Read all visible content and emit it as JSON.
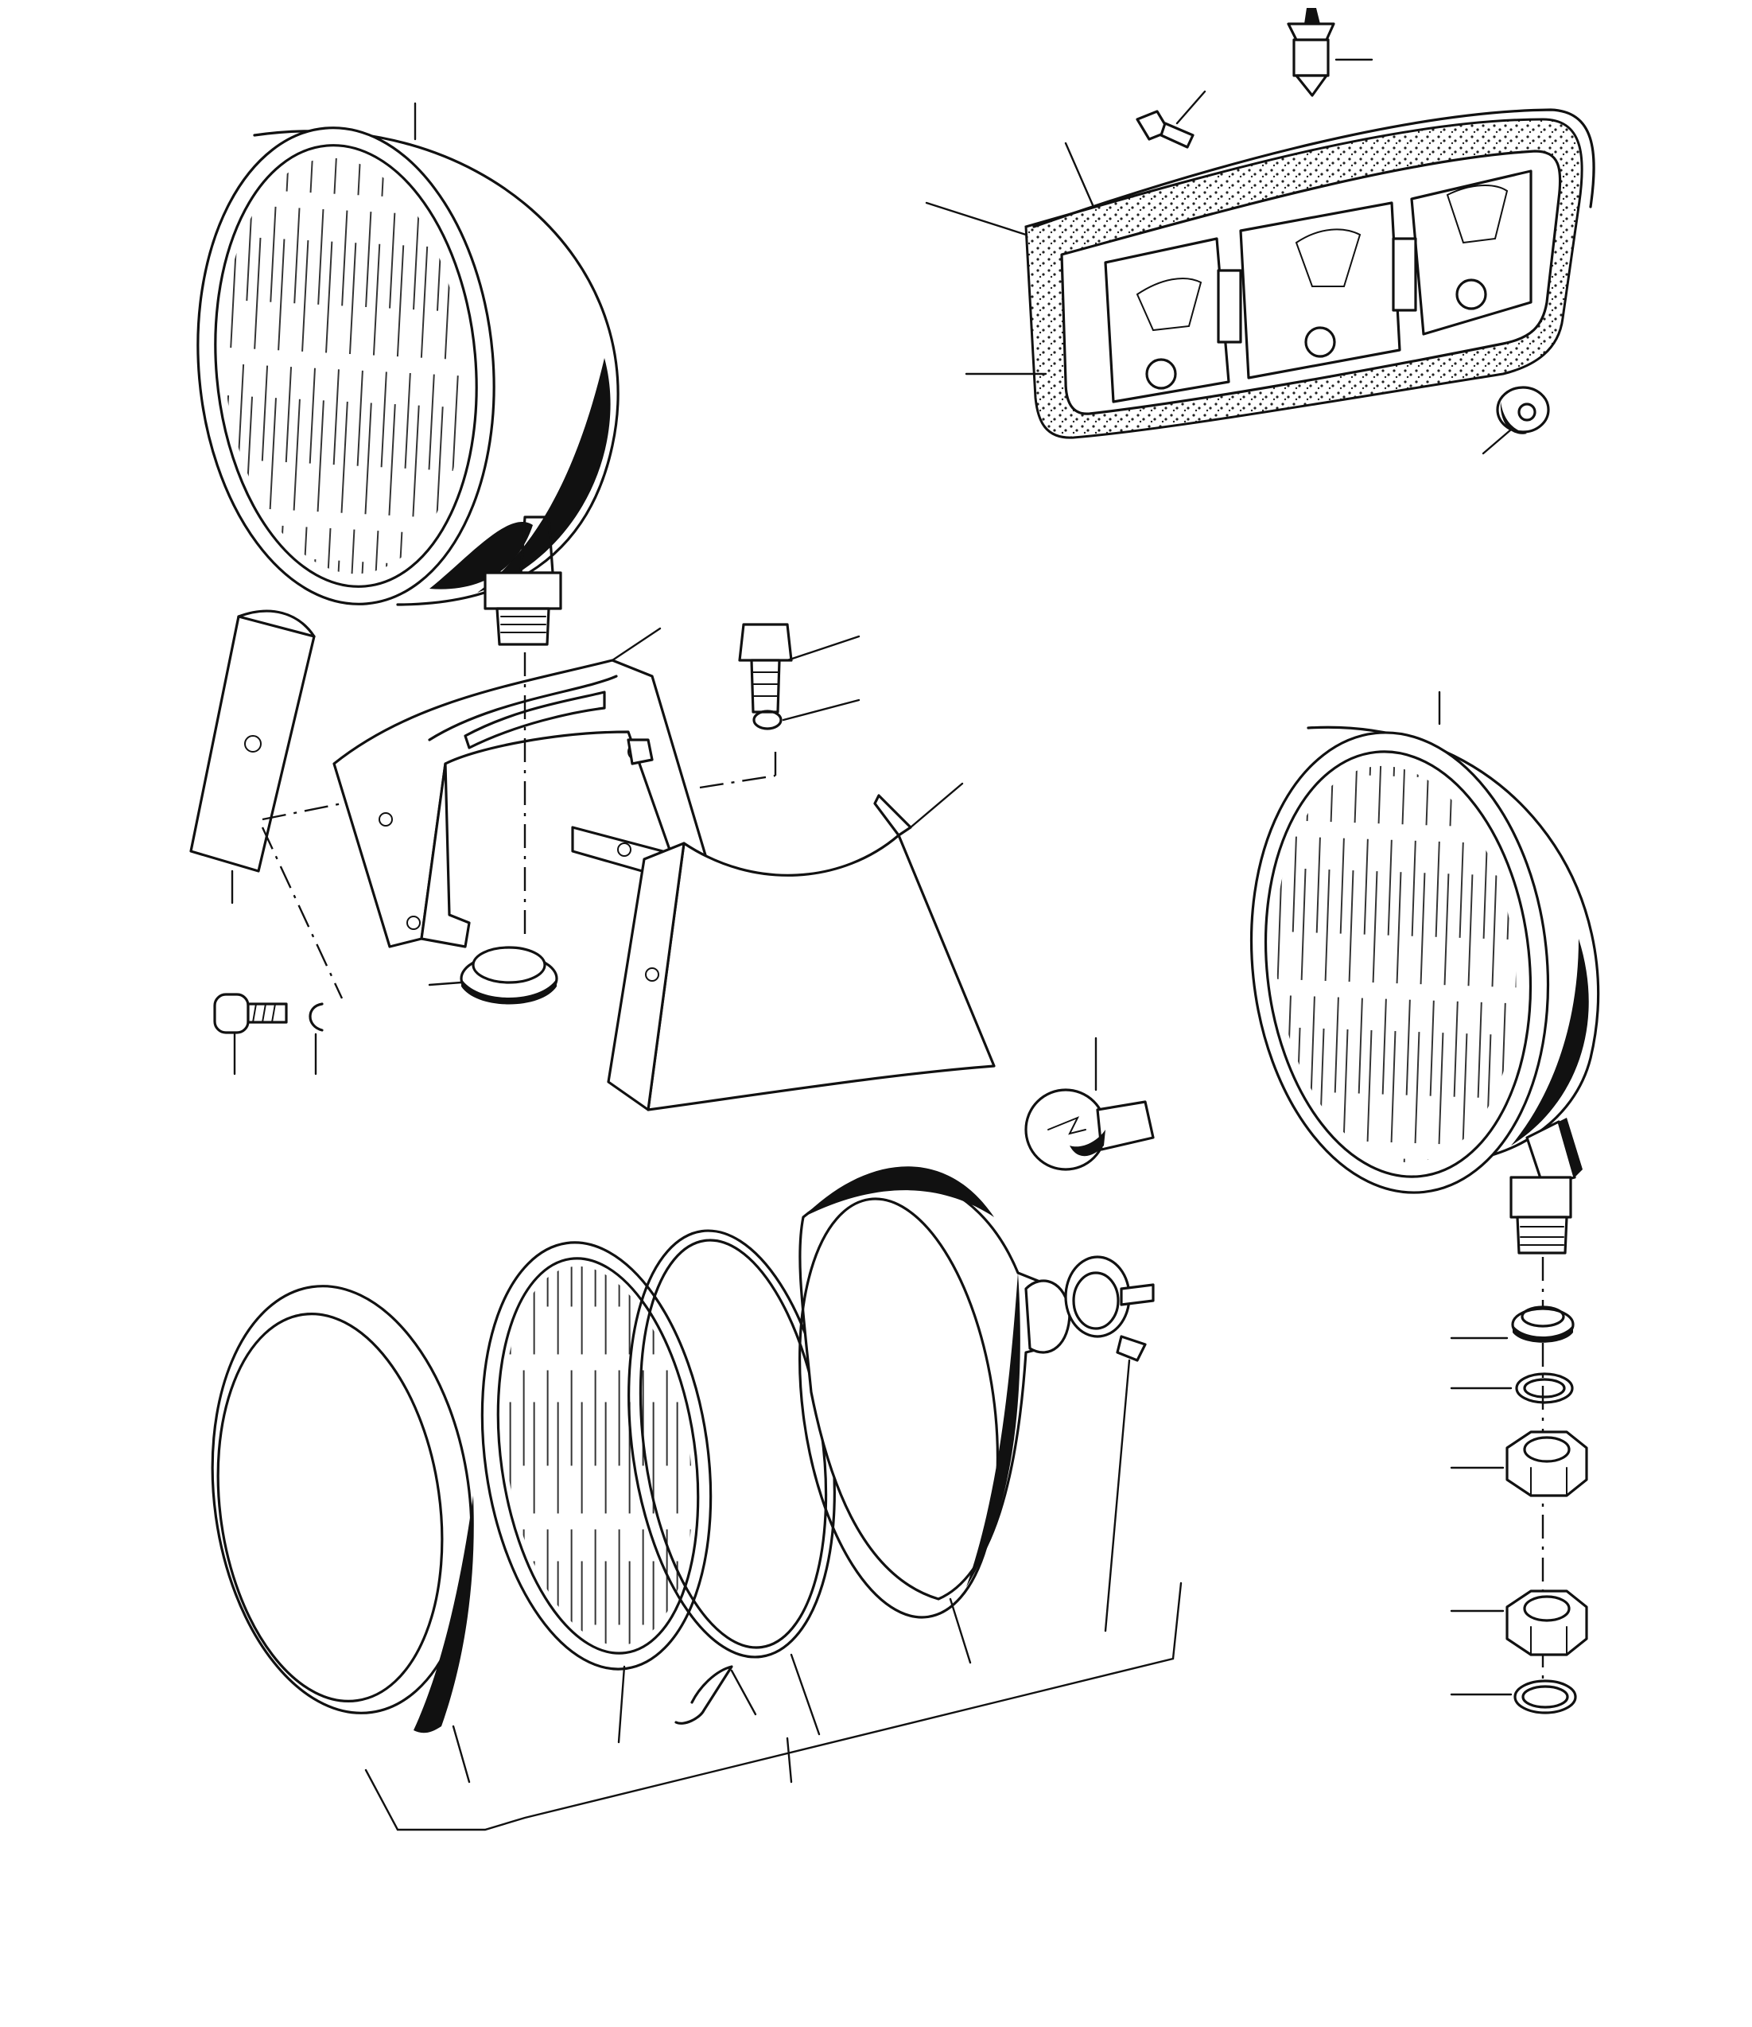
{
  "figure": {
    "type": "exploded-parts-diagram",
    "parts": [
      "spot-lamp-housing",
      "rectangular-rear-lamp",
      "festoon-bulb",
      "rear-lamp-screw",
      "rear-lamp-grommet",
      "mounting-plate",
      "mounting-bracket",
      "bracket-bolt",
      "spring-washer",
      "bracket-nut",
      "rubber-grommet",
      "lamp-cover-shield",
      "small-bolt",
      "small-washer",
      "lamp-bezel-rim",
      "lamp-lens",
      "lens-seal-ring",
      "reflector",
      "bulb-holder",
      "bayonet-bulb",
      "retaining-clip",
      "second-spot-lamp",
      "stem-washer",
      "lock-washer",
      "hex-nut",
      "flat-washer"
    ]
  },
  "colors": {
    "ink": "#111111",
    "paper": "#ffffff"
  }
}
